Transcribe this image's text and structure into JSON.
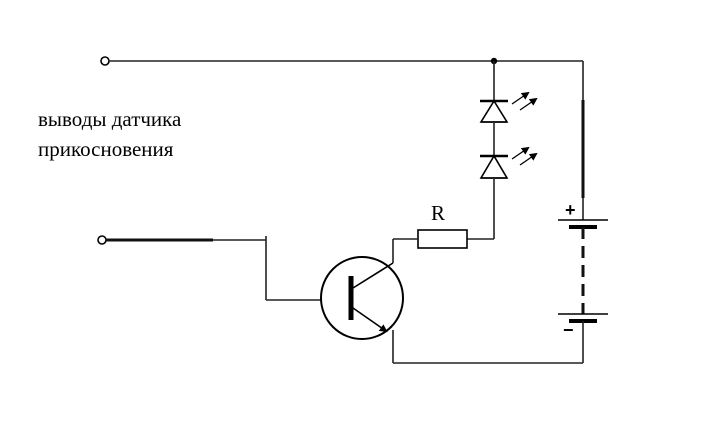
{
  "caption": {
    "line1": "выводы датчика",
    "line2": "прикосновения"
  },
  "resistor_label": "R",
  "battery": {
    "plus": "+",
    "minus": "−"
  },
  "colors": {
    "ink": "#000000",
    "background": "#ffffff"
  }
}
